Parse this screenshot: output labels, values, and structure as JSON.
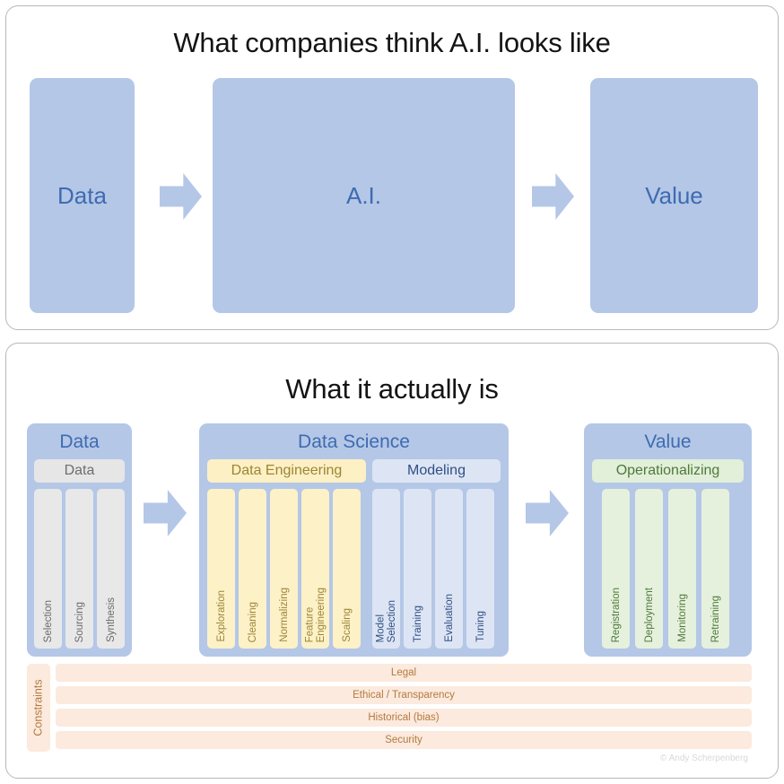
{
  "colors": {
    "blue_box": "#b4c7e7",
    "blue_text": "#3f6bb0",
    "gray_chip": "#e8e8e8",
    "yellow_chip": "#fdf1c8",
    "light_blue_chip": "#dde5f4",
    "green_chip": "#e6f1dd",
    "peach_bar": "#fbeadd",
    "peach_text": "#b5793f",
    "panel_border": "#b8b8b8"
  },
  "top_panel": {
    "title": "What companies think A.I. looks like",
    "boxes": [
      {
        "label": "Data"
      },
      {
        "label": "A.I."
      },
      {
        "label": "Value"
      }
    ],
    "arrows": [
      {
        "name": "arrow-data-to-ai"
      },
      {
        "name": "arrow-ai-to-value"
      }
    ]
  },
  "bottom_panel": {
    "title": "What it actually is",
    "arrows": [
      {
        "name": "arrow-data-to-science"
      },
      {
        "name": "arrow-science-to-value"
      }
    ],
    "stages": [
      {
        "title": "Data",
        "groups": [
          {
            "header": "Data",
            "style": "gray",
            "items": [
              "Selection",
              "Sourcing",
              "Synthesis"
            ]
          }
        ]
      },
      {
        "title": "Data Science",
        "groups": [
          {
            "header": "Data Engineering",
            "style": "yellow",
            "items": [
              "Exploration",
              "Cleaning",
              "Normalizing",
              "Feature\nEngineering",
              "Scaling"
            ]
          },
          {
            "header": "Modeling",
            "style": "blue",
            "items": [
              "Model\nSelection",
              "Training",
              "Evaluation",
              "Tuning"
            ]
          }
        ]
      },
      {
        "title": "Value",
        "groups": [
          {
            "header": "Operationalizing",
            "style": "green",
            "items": [
              "Registration",
              "Deployment",
              "Monitoring",
              "Retraining"
            ]
          }
        ]
      }
    ],
    "constraints": {
      "label": "Constraints",
      "bars": [
        "Legal",
        "Ethical / Transparency",
        "Historical (bias)",
        "Security"
      ]
    },
    "credit": "© Andy Scherpenberg"
  }
}
